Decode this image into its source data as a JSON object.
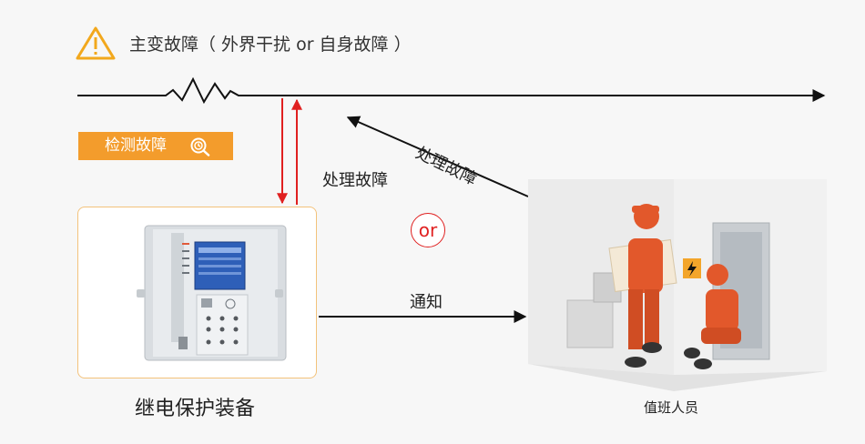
{
  "title": "主变故障（ 外界干扰 or 自身故障 ）",
  "detect_label": "检测故障",
  "device_label": "继电保护装备",
  "handle_vertical_label": "处理故障",
  "handle_diagonal_label": "处理故障",
  "or_label": "or",
  "notify_label": "通知",
  "staff_label": "值班人员",
  "icons": {
    "warning": "warning-triangle-icon",
    "detect": "magnify-clock-icon"
  },
  "colors": {
    "accent_orange": "#f39c2c",
    "warning_yellow": "#f2a81d",
    "arrow_red": "#e02020",
    "line_black": "#111111",
    "card_border": "#f3c27b"
  }
}
